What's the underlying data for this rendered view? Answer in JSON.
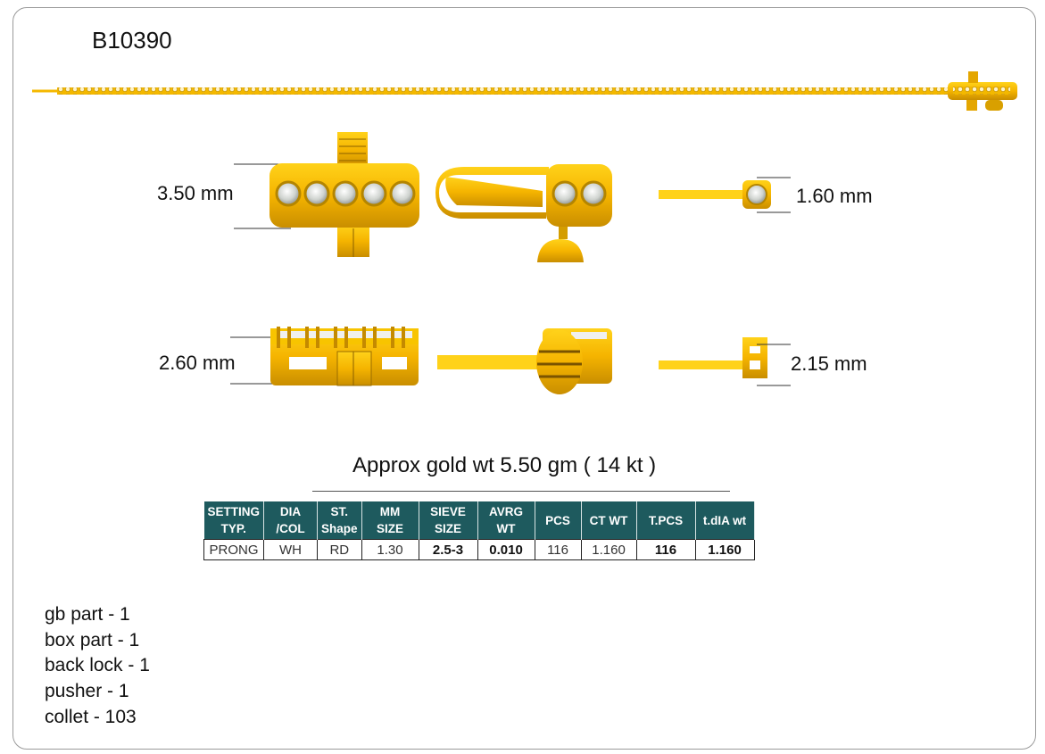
{
  "design_code": "B10390",
  "dimensions": {
    "top_height": "3.50 mm",
    "stone_size": "1.60 mm",
    "side_height": "2.60 mm",
    "side_stone": "2.15 mm"
  },
  "gold_weight": "Approx gold wt 5.50 gm ( 14 kt )",
  "table": {
    "headers": [
      [
        "SETTING",
        "TYP."
      ],
      [
        "DIA",
        "/COL"
      ],
      [
        "ST.",
        "Shape"
      ],
      [
        "MM SIZE"
      ],
      [
        "SIEVE",
        "SIZE"
      ],
      [
        "AVRG",
        "WT"
      ],
      [
        "PCS"
      ],
      [
        "CT WT"
      ],
      [
        "T.PCS"
      ],
      [
        "t.dIA wt"
      ]
    ],
    "row": [
      "PRONG",
      "WH",
      "RD",
      "1.30",
      "2.5-3",
      "0.010",
      "116",
      "1.160",
      "116",
      "1.160"
    ]
  },
  "parts": [
    "gb part - 1",
    "box part - 1",
    "back lock - 1",
    "pusher - 1",
    "collet - 103"
  ],
  "colors": {
    "gold": "#f5b800",
    "gold_dark": "#c88f00",
    "header_teal": "#1e5a5e",
    "stone": "#d8dcd6"
  }
}
